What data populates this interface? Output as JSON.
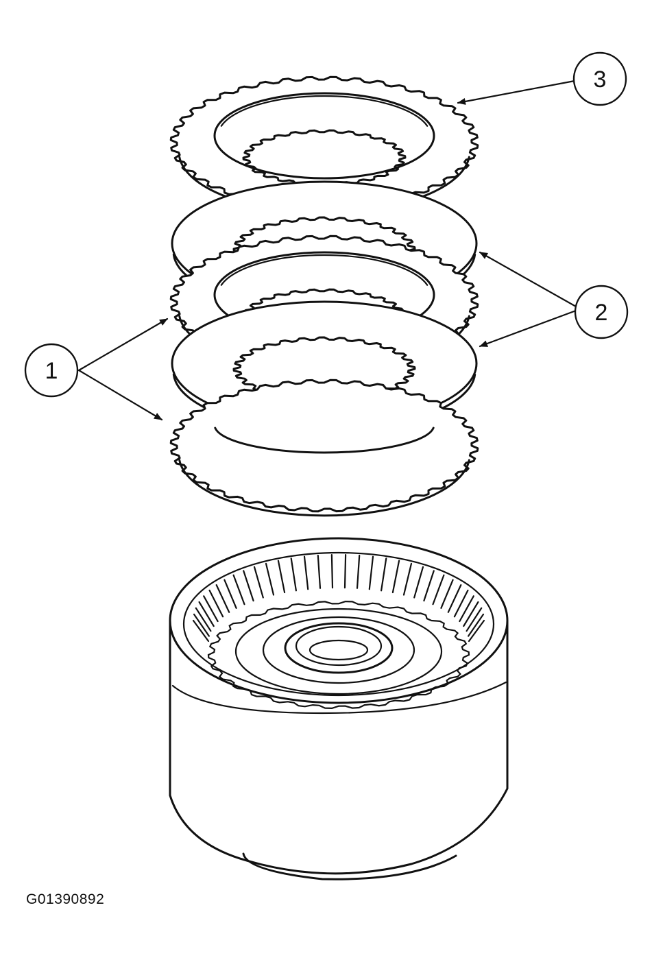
{
  "figure_id": "G01390892",
  "callouts": [
    {
      "label": "1"
    },
    {
      "label": "2"
    },
    {
      "label": "3"
    }
  ]
}
